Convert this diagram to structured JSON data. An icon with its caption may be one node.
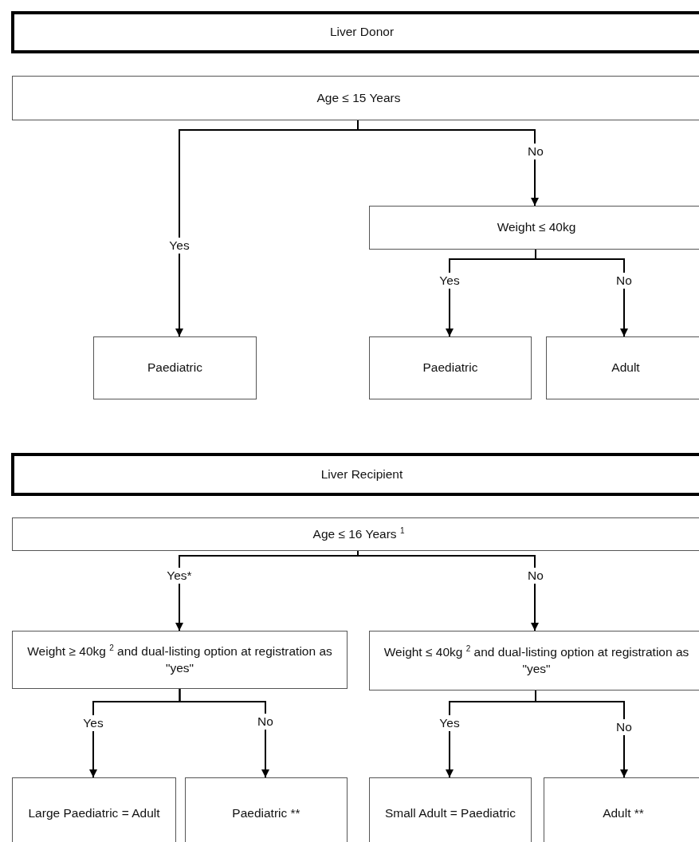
{
  "diagram": {
    "nodes": [
      {
        "text": [
          "Liver Donor"
        ]
      },
      {
        "text": [
          "Age ≤ 15 Years"
        ]
      },
      {
        "text": [
          "Weight ≤ 40kg"
        ]
      },
      {
        "text": [
          "Paediatric"
        ]
      },
      {
        "text": [
          "Paediatric"
        ]
      },
      {
        "text": [
          "Adult"
        ]
      },
      {
        "text": [
          "Liver Recipient"
        ]
      },
      {
        "text": [
          "Age ≤ 16 Years $^{1}$"
        ]
      },
      {
        "text": [
          "Weight ≥ 40kg $^{2}$ and dual-listing option at registration as \"yes\""
        ]
      },
      {
        "text": [
          "Weight ≤ 40kg $^{2}$ and dual-listing option at registration as \"yes\""
        ]
      },
      {
        "text": [
          "Large Paediatric = Adult"
        ]
      },
      {
        "text": [
          "Paediatric **"
        ]
      },
      {
        "text": [
          "Small Adult = Paediatric"
        ]
      },
      {
        "text": [
          "Adult **"
        ]
      }
    ],
    "edges": [
      {
        "from": 1,
        "to": 3,
        "arrow": "to",
        "label": "Yes"
      },
      {
        "from": 1,
        "to": 2,
        "arrow": "to",
        "label": "No"
      },
      {
        "from": 2,
        "to": 4,
        "arrow": "to",
        "label": "Yes"
      },
      {
        "from": 2,
        "to": 5,
        "arrow": "to",
        "label": "No"
      },
      {
        "from": 7,
        "to": 8,
        "arrow": "to",
        "label": "Yes*"
      },
      {
        "from": 7,
        "to": 9,
        "arrow": "to",
        "label": "No"
      },
      {
        "from": 8,
        "to": 10,
        "arrow": "to",
        "label": "Yes"
      },
      {
        "from": 8,
        "to": 11,
        "arrow": "to",
        "label": "No"
      },
      {
        "from": 9,
        "to": 12,
        "arrow": "to",
        "label": "Yes"
      },
      {
        "from": 9,
        "to": 13,
        "arrow": "to",
        "label": "No"
      }
    ]
  }
}
